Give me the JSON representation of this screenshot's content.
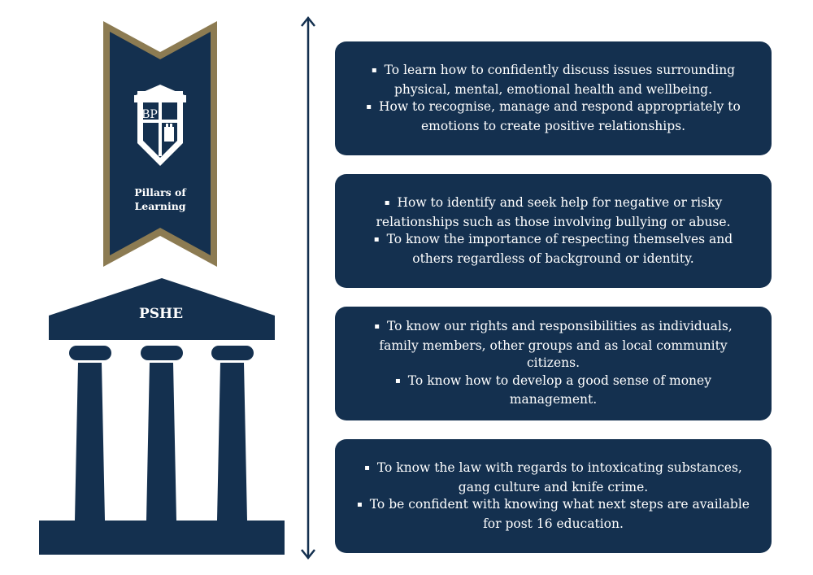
{
  "banner": {
    "line1": "Pillars of",
    "line2": "Learning",
    "logo_monogram": "BP",
    "logo_icon": "school-crest-icon"
  },
  "temple": {
    "label": "PSHE",
    "icon": "temple-pillars-icon"
  },
  "axis": {
    "icon": "double-arrow-vertical-icon"
  },
  "bullet_glyph": "▪",
  "cards": [
    {
      "items": [
        "To learn how to confidently discuss issues surrounding physical, mental, emotional health and wellbeing.",
        "How to recognise, manage and respond appropriately to emotions to create positive relationships."
      ]
    },
    {
      "items": [
        "How to identify and seek help for negative or risky relationships such as those involving bullying or abuse.",
        "To know the importance of respecting themselves and others regardless of background or identity."
      ]
    },
    {
      "items": [
        "To know our rights and responsibilities as individuals, family members, other groups and as local community citizens.",
        "To know how to develop a good sense of money management."
      ]
    },
    {
      "items": [
        "To know the law with regards to intoxicating substances, gang culture and knife crime.",
        "To be confident with knowing what next steps are available for post 16 education."
      ]
    }
  ],
  "colors": {
    "navy": "#14304f",
    "gold": "#8c7b52",
    "background": "#ffffff"
  }
}
